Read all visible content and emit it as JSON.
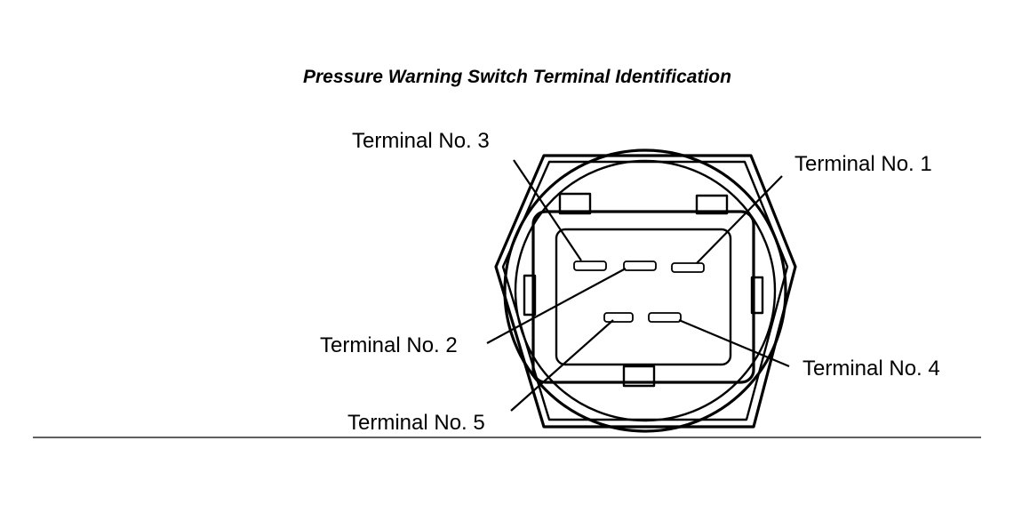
{
  "diagram": {
    "title": "Pressure Warning Switch Terminal Identification",
    "terminals": [
      {
        "id": "t3",
        "label": "Terminal No. 3"
      },
      {
        "id": "t1",
        "label": "Terminal No. 1"
      },
      {
        "id": "t2",
        "label": "Terminal No. 2"
      },
      {
        "id": "t4",
        "label": "Terminal No. 4"
      },
      {
        "id": "t5",
        "label": "Terminal No. 5"
      }
    ]
  }
}
